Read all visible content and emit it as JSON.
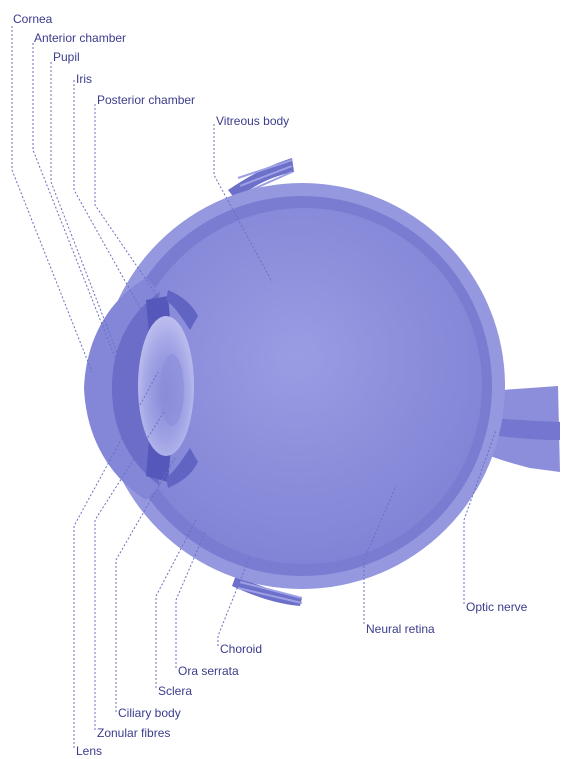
{
  "colors": {
    "label_text": "#3b3c8c",
    "leader_line": "#6d6fc0",
    "sclera": "#8e90dc",
    "choroid": "#7577d0",
    "vitreous": "#9092de",
    "cornea": "#7c7ed6",
    "lens": "#a7a9e8",
    "iris": "#5c5ec0"
  },
  "labels": {
    "cornea": "Cornea",
    "anterior_chamber": "Anterior chamber",
    "pupil": "Pupil",
    "iris": "Iris",
    "posterior_chamber": "Posterior chamber",
    "vitreous_body": "Vitreous body",
    "optic_nerve": "Optic nerve",
    "neural_retina": "Neural retina",
    "choroid": "Choroid",
    "ora_serrata": "Ora serrata",
    "sclera": "Sclera",
    "ciliary_body": "Ciliary body",
    "zonular_fibres": "Zonular fibres",
    "lens": "Lens"
  }
}
